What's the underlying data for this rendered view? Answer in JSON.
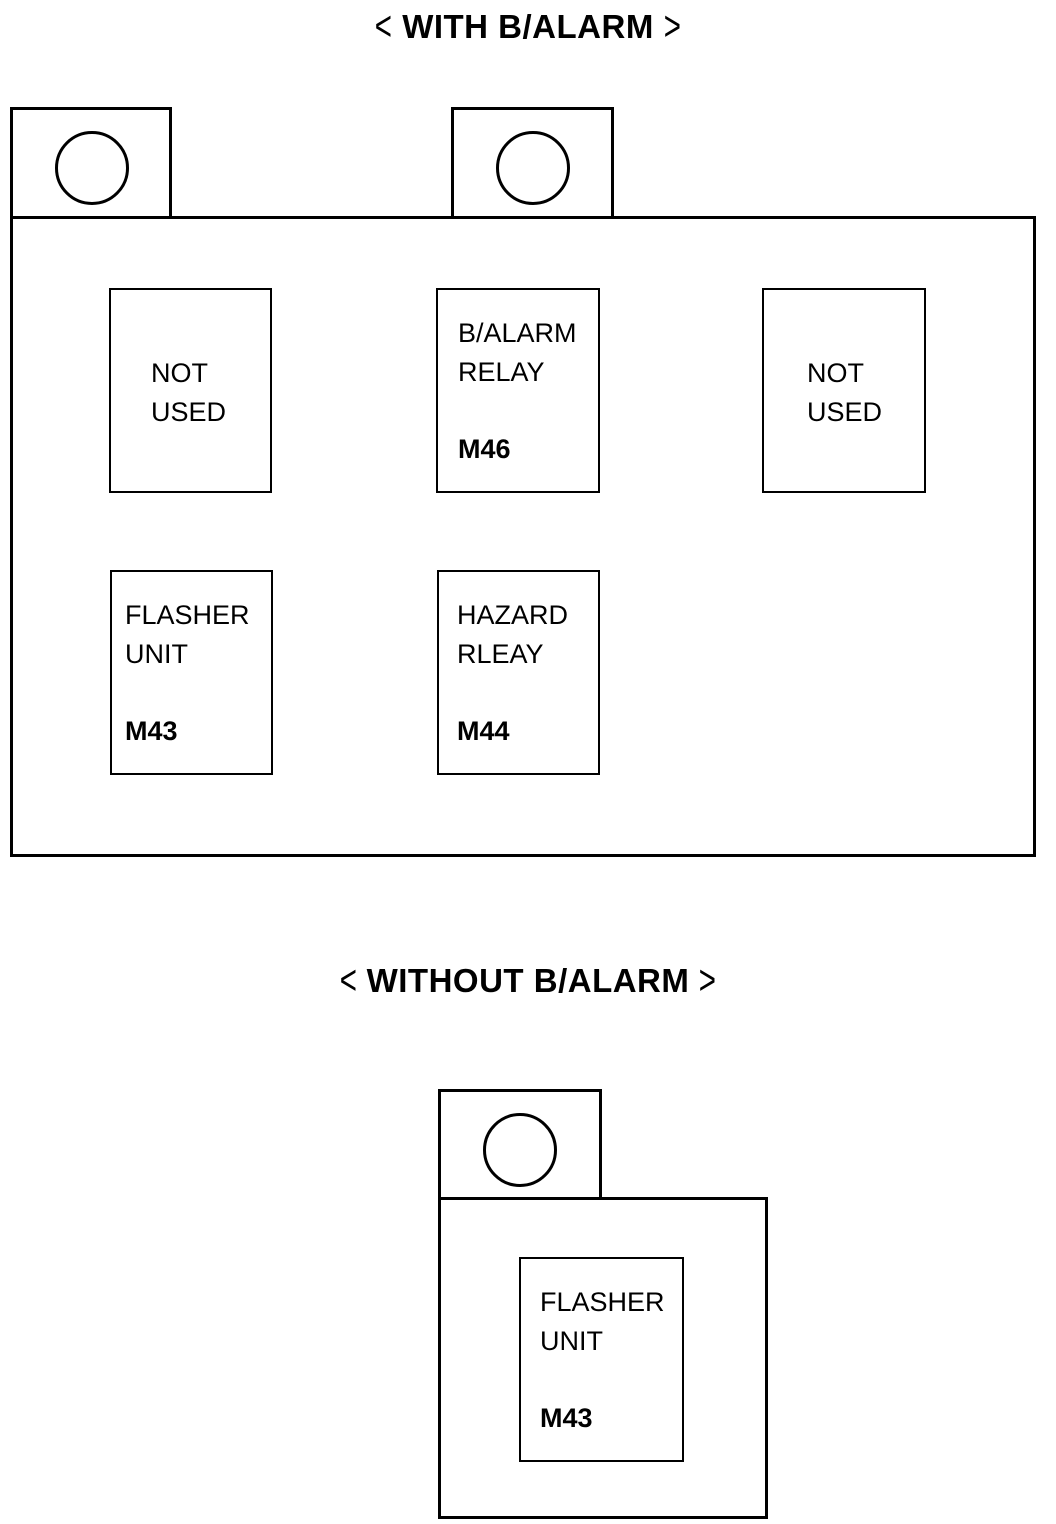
{
  "diagram_a": {
    "title": "WITH B/ALARM",
    "slots": {
      "top_left": {
        "line1": "NOT",
        "line2": "USED"
      },
      "top_middle": {
        "line1": "B/ALARM",
        "line2": "RELAY",
        "code": "M46"
      },
      "top_right": {
        "line1": "NOT",
        "line2": "USED"
      },
      "bottom_left": {
        "line1": "FLASHER",
        "line2": "UNIT",
        "code": "M43"
      },
      "bottom_middle": {
        "line1": "HAZARD",
        "line2": "RLEAY",
        "code": "M44"
      }
    }
  },
  "diagram_b": {
    "title": "WITHOUT B/ALARM",
    "slots": {
      "center": {
        "line1": "FLASHER",
        "line2": "UNIT",
        "code": "M43"
      }
    }
  },
  "bracket_left": "<",
  "bracket_right": ">"
}
